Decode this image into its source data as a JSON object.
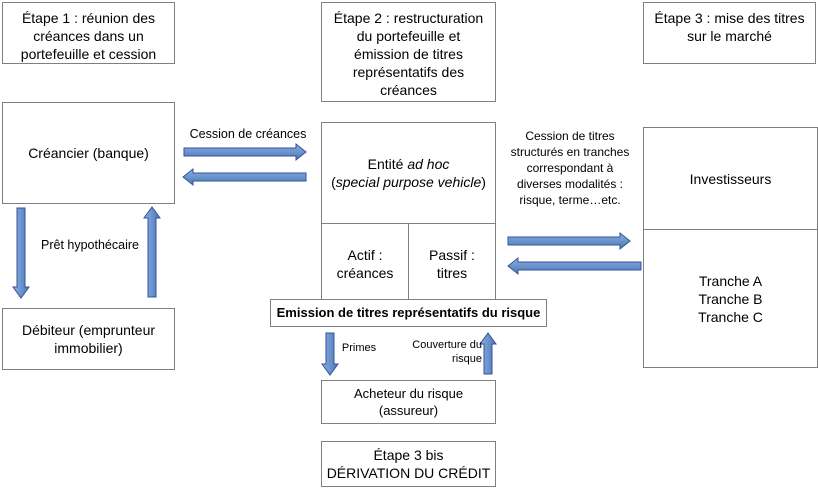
{
  "steps": {
    "step1": "Étape 1 : réunion des créances dans un portefeuille et cession",
    "step2": "Étape 2 : restructuration du portefeuille et émission de titres représentatifs des créances",
    "step3": "Étape 3 : mise des titres sur le marché",
    "step3bis_line1": "Étape 3 bis",
    "step3bis_line2": "DÉRIVATION DU CRÉDIT"
  },
  "nodes": {
    "creancier": "Créancier (banque)",
    "debiteur": "Débiteur (emprunteur immobilier)",
    "entite_prefix": "Entité ",
    "entite_italic": "ad hoc",
    "entite_paren_open": "(",
    "entite_sub_italic": "special purpose vehicle",
    "entite_paren_close": ")",
    "actif": "Actif : créances",
    "passif": "Passif : titres",
    "emission": "Emission de titres représentatifs du risque",
    "acheteur": "Acheteur du risque (assureur)",
    "investisseurs": "Investisseurs",
    "tranche_a": "Tranche A",
    "tranche_b": "Tranche B",
    "tranche_c": "Tranche C"
  },
  "labels": {
    "cession_creances": "Cession de créances",
    "pret": "Prêt hypothécaire",
    "cession_titres": "Cession de titres structurés en tranches correspondant à diverses modalités : risque, terme…etc.",
    "primes": "Primes",
    "couverture": "Couverture du risque"
  },
  "colors": {
    "arrow_fill": "#5b86c6",
    "arrow_stroke": "#2f5597",
    "box_border": "#7f7f7f"
  }
}
